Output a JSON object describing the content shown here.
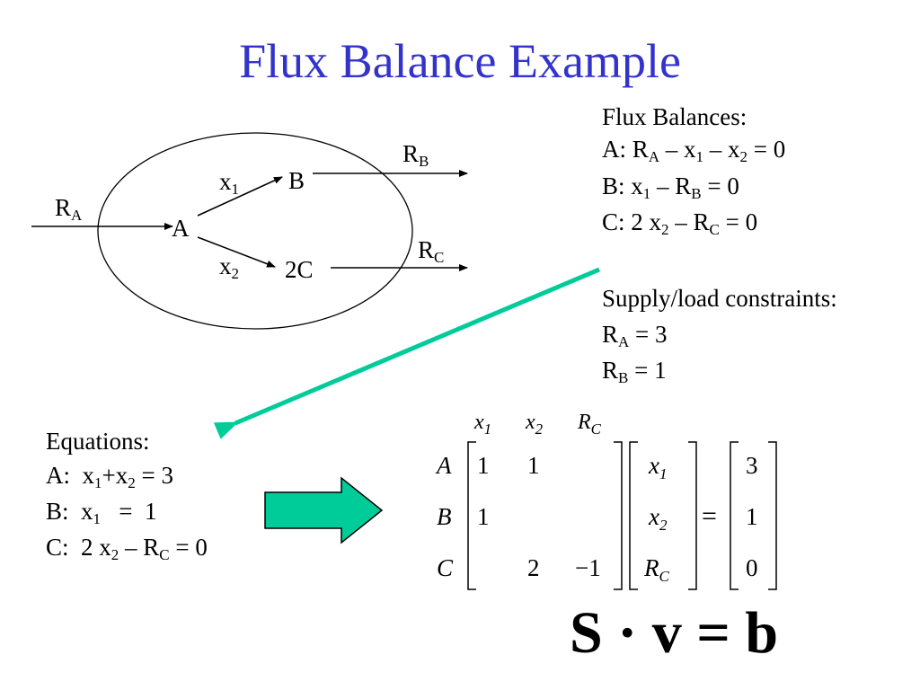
{
  "title": "Flux Balance Example",
  "diagram": {
    "in_flux": {
      "main": "R",
      "sub": "A"
    },
    "node_a": "A",
    "node_b": "B",
    "node_c": "2C",
    "edge_x1": {
      "main": "x",
      "sub": "1"
    },
    "edge_x2": {
      "main": "x",
      "sub": "2"
    },
    "out_b": {
      "main": "R",
      "sub": "B"
    },
    "out_c": {
      "main": "R",
      "sub": "C"
    }
  },
  "flux_balances": {
    "heading": "Flux Balances:",
    "eq_a": {
      "p1": "A: R",
      "s1": "A",
      "p2": " – x",
      "s2": "1",
      "p3": " – x",
      "s3": "2",
      "p4": " = 0"
    },
    "eq_b": {
      "p1": "B: x",
      "s1": "1",
      "p2": " – R",
      "s2": "B",
      "p3": " = 0"
    },
    "eq_c": {
      "p1": "C: 2 x",
      "s1": "2",
      "p2": " – R",
      "s2": "C",
      "p3": " = 0"
    }
  },
  "constraints": {
    "heading": "Supply/load constraints:",
    "c1": {
      "main": "R",
      "sub": "A",
      "rest": " = 3"
    },
    "c2": {
      "main": "R",
      "sub": "B",
      "rest": " = 1"
    }
  },
  "equations": {
    "heading": "Equations:",
    "eq_a": {
      "p1": "A:  x",
      "s1": "1",
      "p2": "+x",
      "s2": "2",
      "p3": " = 3"
    },
    "eq_b": {
      "p1": "B:  x",
      "s1": "1",
      "p2": "   =  1"
    },
    "eq_c": {
      "p1": "C:  2 x",
      "s1": "2",
      "p2": " – R",
      "s2": "C",
      "p3": " = 0"
    }
  },
  "matrix": {
    "col_headers": [
      {
        "main": "x",
        "sub": "1"
      },
      {
        "main": "x",
        "sub": "2"
      },
      {
        "main": "R",
        "sub": "C"
      }
    ],
    "row_labels": [
      "A",
      "B",
      "C"
    ],
    "S": [
      [
        "1",
        "1",
        ""
      ],
      [
        "1",
        "",
        ""
      ],
      [
        "",
        "2",
        "−1"
      ]
    ],
    "v": [
      {
        "main": "x",
        "sub": "1"
      },
      {
        "main": "x",
        "sub": "2"
      },
      {
        "main": "R",
        "sub": "C"
      }
    ],
    "equals": "=",
    "b": [
      "3",
      "1",
      "0"
    ]
  },
  "final_equation": "S · v = b",
  "colors": {
    "title": "#3333cc",
    "arrow_teal": "#00cc99",
    "block_arrow_fill": "#00cc99"
  }
}
